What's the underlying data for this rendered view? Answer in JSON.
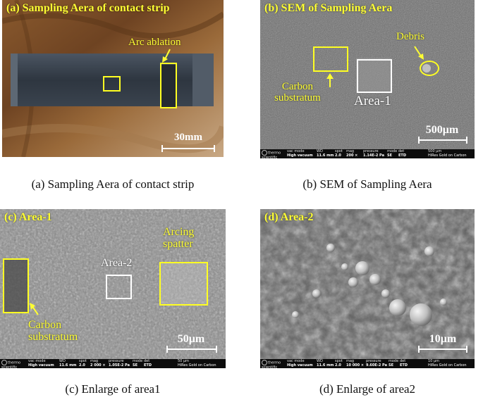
{
  "panels": {
    "a": {
      "title": "(a) Sampling Aera of contact strip",
      "annotation": "Arc ablation",
      "scale": "30mm",
      "caption": "(a) Sampling Aera of contact strip"
    },
    "b": {
      "title": "(b) SEM of Sampling Aera",
      "debris": "Debris",
      "carbon": "Carbon\nsubstratum",
      "area": "Area-1",
      "scale": "500μm",
      "caption": "(b) SEM of Sampling Aera"
    },
    "c": {
      "title": "(c) Area-1",
      "arcing": "Arcing\nspatter",
      "area": "Area-2",
      "carbon": "Carbon\nsubstratum",
      "scale": "50μm",
      "caption": "(c) Enlarge of area1"
    },
    "d": {
      "title": "(d) Area-2",
      "scale": "10μm",
      "caption": "(d) Enlarge of area2"
    }
  },
  "sem_footers": {
    "b": {
      "brand": "thermo scientific",
      "vac": "High vacuum",
      "wd": "11.6 mm",
      "spot": "2.0",
      "mag": "200 ×",
      "pressure": "1.14E-2 Pa",
      "mode": "SE",
      "det": "ETD",
      "hfw": "500 μm",
      "label": "HiRes Gold on Carbon"
    },
    "c": {
      "brand": "thermo scientific",
      "vac": "High vacuum",
      "wd": "11.6 mm",
      "spot": "2.0",
      "mag": "2 000 ×",
      "pressure": "1.05E-2 Pa",
      "mode": "SE",
      "det": "ETD",
      "hfw": "50 μm",
      "label": "HiRes Gold on Carbon"
    },
    "d": {
      "brand": "thermo scientific",
      "vac": "High vacuum",
      "wd": "11.6 mm",
      "spot": "2.0",
      "mag": "10 000 ×",
      "pressure": "9.60E-2 Pa",
      "mode": "SE",
      "det": "ETD",
      "hfw": "10 μm",
      "label": "HiRes Gold on Carbon"
    }
  },
  "sem_labels": {
    "vac": "vac mode",
    "wd": "WD",
    "spot": "spot",
    "mag": "mag",
    "pressure": "pressure",
    "mode": "mode",
    "det": "det"
  },
  "colors": {
    "annotation": "#ffff33",
    "scalebar": "#ffffff"
  }
}
